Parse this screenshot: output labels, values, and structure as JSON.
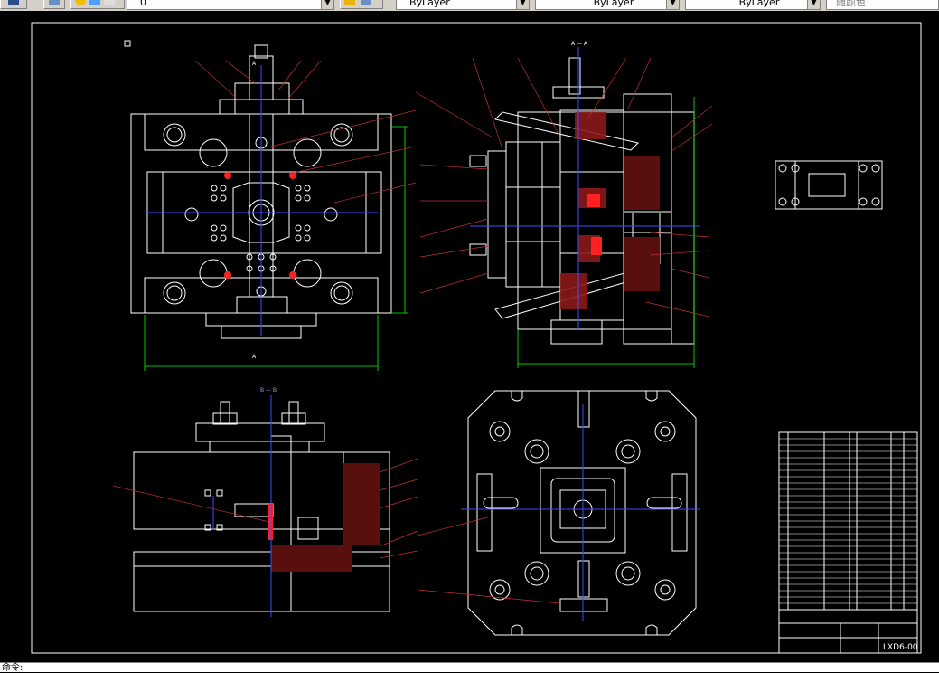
{
  "toolbar": {
    "layer_value": "0",
    "color_value": "ByLayer",
    "linetype_value": "ByLayer",
    "lineweight_value": "ByLayer",
    "plotstyle_value": "随颜色"
  },
  "drawing": {
    "top_view_title": "",
    "section_label_top": "A",
    "section_label_bottom": "A",
    "section_aa_title": "A — A",
    "section_bb_title": "B — B",
    "movable_half_title": "",
    "detail_label": "",
    "tech_req_title": "",
    "tech_requirements": [
      "",
      "",
      "",
      ""
    ],
    "title_block": {
      "drawing_name": "",
      "drawing_code": "LXD6-00"
    }
  },
  "status": {
    "command_prompt": "命令:"
  }
}
